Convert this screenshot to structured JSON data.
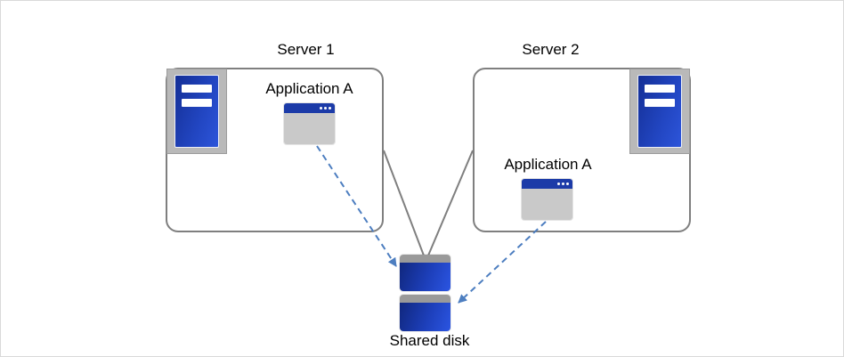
{
  "diagram": {
    "server1": {
      "label": "Server 1",
      "app_label": "Application A"
    },
    "server2": {
      "label": "Server 2",
      "app_label": "Application A"
    },
    "shared_disk": {
      "label": "Shared disk"
    }
  },
  "icons": {
    "server_icon": "server-tower",
    "app_icon": "application-window",
    "disk_icon": "database-disk",
    "arrow_icon": "dashed-arrow"
  },
  "colors": {
    "brand_blue": "#1c3ba8",
    "disk_blue": "#1f41c8",
    "arrow_blue": "#4d7ec0",
    "line_gray": "#7f7f7f",
    "icon_gray": "#b9b9b9",
    "window_gray": "#c9c9c9",
    "cap_gray": "#9a9a9a",
    "frame_gray": "#d9d9d9",
    "text_color": "#000000"
  }
}
